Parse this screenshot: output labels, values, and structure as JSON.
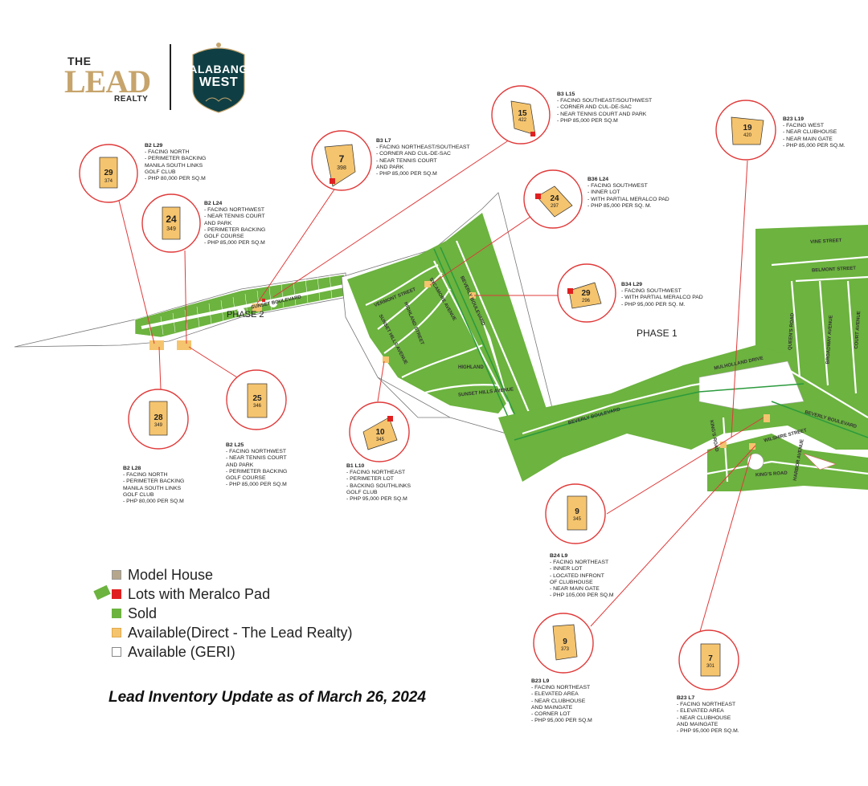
{
  "brand": {
    "lead_the": "THE",
    "lead_main": "LEAD",
    "lead_realty": "REALTY",
    "project_line1": "ALABANG",
    "project_line2": "WEST"
  },
  "phase_labels": [
    "PHASE 1",
    "PHASE 2"
  ],
  "streets": {
    "sunset_blvd": "SUNSET BOULEVARD",
    "beverly_blvd_1": "BEVERLY BOULEVARD",
    "beverly_blvd_2": "BEVERLY BOULEVARD",
    "beverly_blvd_3": "BEVERLY BOULEVARD",
    "vermont": "VERMONT STREET",
    "highland_st": "HIGHLAND STREET",
    "sycamore": "SYCAMORE AVENUE",
    "sunset_hills_ave": "SUNSET HILLS AVENUE",
    "sunset_hills_ave2": "SUNSET HILLS AVENUE",
    "highland": "HIGHLAND",
    "mulholland": "MULHOLLAND DRIVE",
    "wilshire_st": "WILSHIRE STREET",
    "kings_road": "KING'S ROAD",
    "kings_road2": "KING'S ROAD",
    "harbor": "HARBOR AVENUE",
    "queens": "QUEEN'S ROAD",
    "broadway": "BROADWAY AVENUE",
    "court": "COURT AVENUE",
    "vine": "VINE STREET",
    "belmont": "BELMONT STREET"
  },
  "lots": [
    {
      "id": "B2 L29",
      "number": "29",
      "area": "374",
      "details": "- FACING NORTH\n- PERIMETER BACKING\n  MANILA SOUTH LINKS\n  GOLF CLUB\n- PHP 80,000 PER SQ.M"
    },
    {
      "id": "B2 L24",
      "number": "24",
      "area": "349",
      "details": "- FACING NORTHWEST\n- NEAR TENNIS COURT\n  AND PARK\n- PERIMETER BACKING\n  GOLF COURSE\n- PHP 85,000 PER SQ.M"
    },
    {
      "id": "B3 L7",
      "number": "7",
      "area": "398",
      "details": "- FACING NORTHEAST/SOUTHEAST\n- CORNER AND CUL-DE-SAC\n- NEAR TENNIS COURT\n  AND PARK\n- PHP 85,000 PER SQ.M"
    },
    {
      "id": "B3 L15",
      "number": "15",
      "area": "422",
      "details": "- FACING SOUTHEAST/SOUTHWEST\n- CORNER AND CUL-DE-SAC\n- NEAR TENNIS COURT AND PARK\n- PHP 85,000 PER SQ.M"
    },
    {
      "id": "B23 L19",
      "number": "19",
      "area": "420",
      "details": "- FACING WEST\n- NEAR CLUBHOUSE\n- NEAR MAIN GATE\n- PHP 85,000 PER SQ.M."
    },
    {
      "id": "B36 L24",
      "number": "24",
      "area": "297",
      "details": "- FACING SOUTHWEST\n- INNER LOT\n- WITH PARTIAL MERALCO PAD\n- PHP 85,000 PER SQ. M."
    },
    {
      "id": "B34 L29",
      "number": "29",
      "area": "296",
      "details": "- FACING SOUTHWEST\n- WITH PARTIAL MERALCO PAD\n- PHP 95,000 PER SQ. M."
    },
    {
      "id": "B2 L28",
      "number": "28",
      "area": "349",
      "details": "- FACING NORTH\n- PERIMETER BACKING\n  MANILA SOUTH LINKS\n  GOLF CLUB\n- PHP 80,000 PER SQ.M"
    },
    {
      "id": "B2 L25",
      "number": "25",
      "area": "346",
      "details": "- FACING NORTHWEST\n- NEAR TENNIS COURT\n  AND PARK\n- PERIMETER BACKING\n  GOLF COURSE\n- PHP 85,000 PER SQ.M"
    },
    {
      "id": "B1 L10",
      "number": "10",
      "area": "345",
      "details": "- FACING NORTHEAST\n- PERIMETER LOT\n- BACKING SOUTHLINKS\n  GOLF CLUB\n- PHP 95,000 PER SQ.M"
    },
    {
      "id": "B24 L9",
      "number": "9",
      "area": "345",
      "details": "- FACING NORTHEAST\n- INNER LOT\n- LOCATED INFRONT\n  OF CLUBHOUSE\n- NEAR MAIN GATE\n- PHP 105,000 PER SQ.M"
    },
    {
      "id": "B23 L9",
      "number": "9",
      "area": "373",
      "details": "- FACING NORTHEAST\n- ELEVATED AREA\n- NEAR CLUBHOUSE\n  AND MAINGATE\n- CORNER LOT\n- PHP 95,000 PER SQ.M"
    },
    {
      "id": "B23 L7",
      "number": "7",
      "area": "301",
      "details": "- FACING NORTHEAST\n- ELEVATED AREA\n- NEAR CLUBHOUSE\n  AND MAINGATE\n- PHP 95,000 PER SQ.M."
    }
  ],
  "legend": {
    "model_house": "Model House",
    "meralco": "Lots with Meralco Pad",
    "sold": "Sold",
    "available_direct": "Available(Direct - The Lead Realty)",
    "available_geri": "Available (GERI)"
  },
  "colors": {
    "sold": "#6cb33f",
    "available": "#f5c46e",
    "meralco": "#e02020",
    "model_house": "#b5a68c",
    "callout": "#e03a3a"
  },
  "footer": "Lead Inventory Update as of March 26, 2024"
}
